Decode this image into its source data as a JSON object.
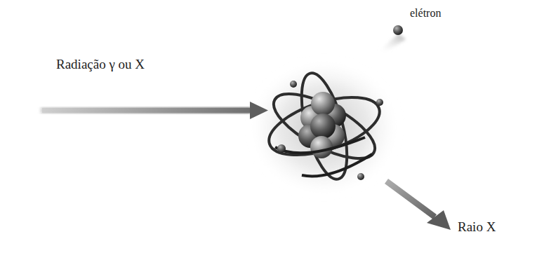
{
  "diagram": {
    "labels": [
      "elétron",
      "Radiação γ ou X",
      "Raio X"
    ]
  }
}
